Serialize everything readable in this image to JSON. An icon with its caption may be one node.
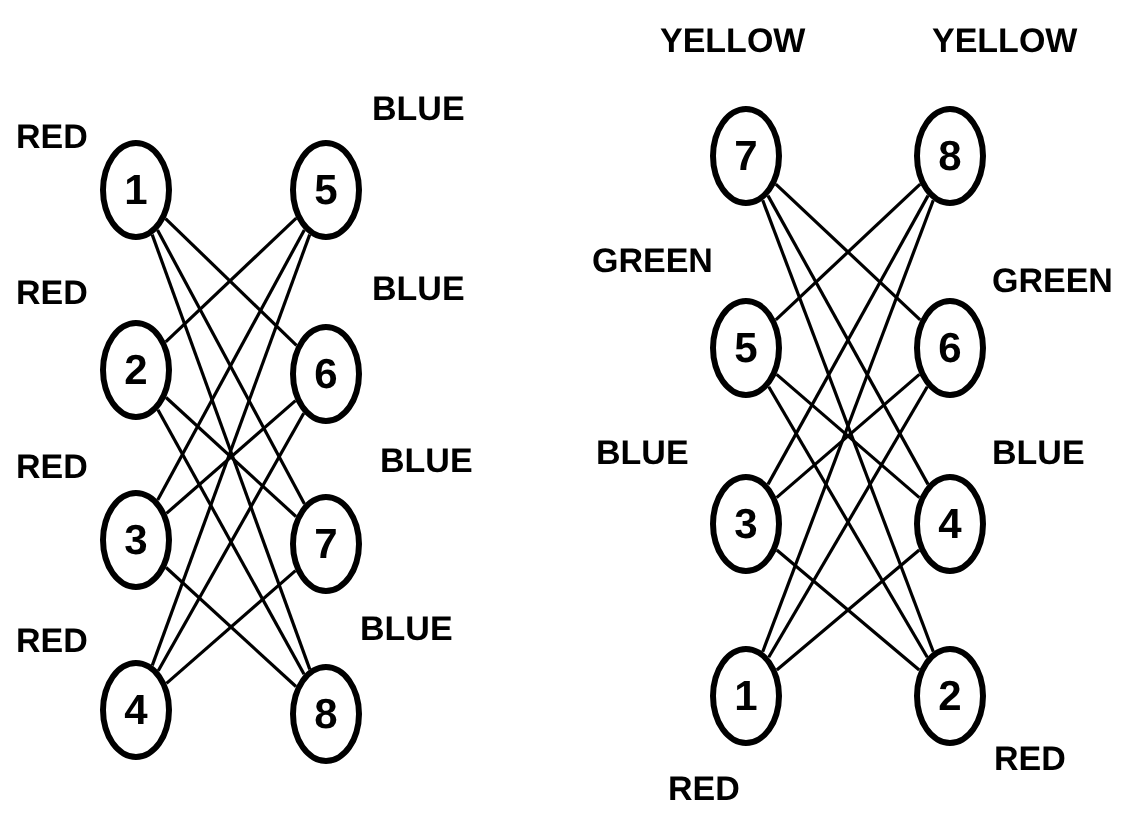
{
  "diagram": {
    "nodes": [
      {
        "text": [
          "1"
        ],
        "beside": [
          "RED"
        ]
      },
      {
        "text": [
          "2"
        ],
        "beside": [
          "RED"
        ]
      },
      {
        "text": [
          "3"
        ],
        "beside": [
          "RED"
        ]
      },
      {
        "text": [
          "4"
        ],
        "beside": [
          "RED"
        ]
      },
      {
        "text": [
          "5"
        ],
        "beside": [
          "BLUE"
        ]
      },
      {
        "text": [
          "6"
        ],
        "beside": [
          "BLUE"
        ]
      },
      {
        "text": [
          "7"
        ],
        "beside": [
          "BLUE"
        ]
      },
      {
        "text": [
          "8"
        ],
        "beside": [
          "BLUE"
        ]
      },
      {
        "text": [
          "7"
        ],
        "beside": [
          "YELLOW"
        ]
      },
      {
        "text": [
          "5"
        ],
        "beside": [
          "GREEN"
        ]
      },
      {
        "text": [
          "3"
        ],
        "beside": [
          "BLUE"
        ]
      },
      {
        "text": [
          "1"
        ],
        "beside": [
          "RED"
        ]
      },
      {
        "text": [
          "8"
        ],
        "beside": [
          "YELLOW"
        ]
      },
      {
        "text": [
          "6"
        ],
        "beside": [
          "GREEN"
        ]
      },
      {
        "text": [
          "4"
        ],
        "beside": [
          "BLUE"
        ]
      },
      {
        "text": [
          "2"
        ],
        "beside": [
          "RED"
        ]
      }
    ],
    "edges": [
      {
        "from": 0,
        "to": 5,
        "arrow": "none"
      },
      {
        "from": 0,
        "to": 6,
        "arrow": "none"
      },
      {
        "from": 0,
        "to": 7,
        "arrow": "none"
      },
      {
        "from": 1,
        "to": 4,
        "arrow": "none"
      },
      {
        "from": 1,
        "to": 6,
        "arrow": "none"
      },
      {
        "from": 1,
        "to": 7,
        "arrow": "none"
      },
      {
        "from": 2,
        "to": 4,
        "arrow": "none"
      },
      {
        "from": 2,
        "to": 5,
        "arrow": "none"
      },
      {
        "from": 2,
        "to": 7,
        "arrow": "none"
      },
      {
        "from": 3,
        "to": 4,
        "arrow": "none"
      },
      {
        "from": 3,
        "to": 5,
        "arrow": "none"
      },
      {
        "from": 3,
        "to": 6,
        "arrow": "none"
      },
      {
        "from": 8,
        "to": 13,
        "arrow": "none"
      },
      {
        "from": 8,
        "to": 14,
        "arrow": "none"
      },
      {
        "from": 8,
        "to": 15,
        "arrow": "none"
      },
      {
        "from": 9,
        "to": 12,
        "arrow": "none"
      },
      {
        "from": 9,
        "to": 14,
        "arrow": "none"
      },
      {
        "from": 9,
        "to": 15,
        "arrow": "none"
      },
      {
        "from": 10,
        "to": 12,
        "arrow": "none"
      },
      {
        "from": 10,
        "to": 13,
        "arrow": "none"
      },
      {
        "from": 10,
        "to": 15,
        "arrow": "none"
      },
      {
        "from": 11,
        "to": 12,
        "arrow": "none"
      },
      {
        "from": 11,
        "to": 13,
        "arrow": "none"
      },
      {
        "from": 11,
        "to": 14,
        "arrow": "none"
      }
    ]
  }
}
